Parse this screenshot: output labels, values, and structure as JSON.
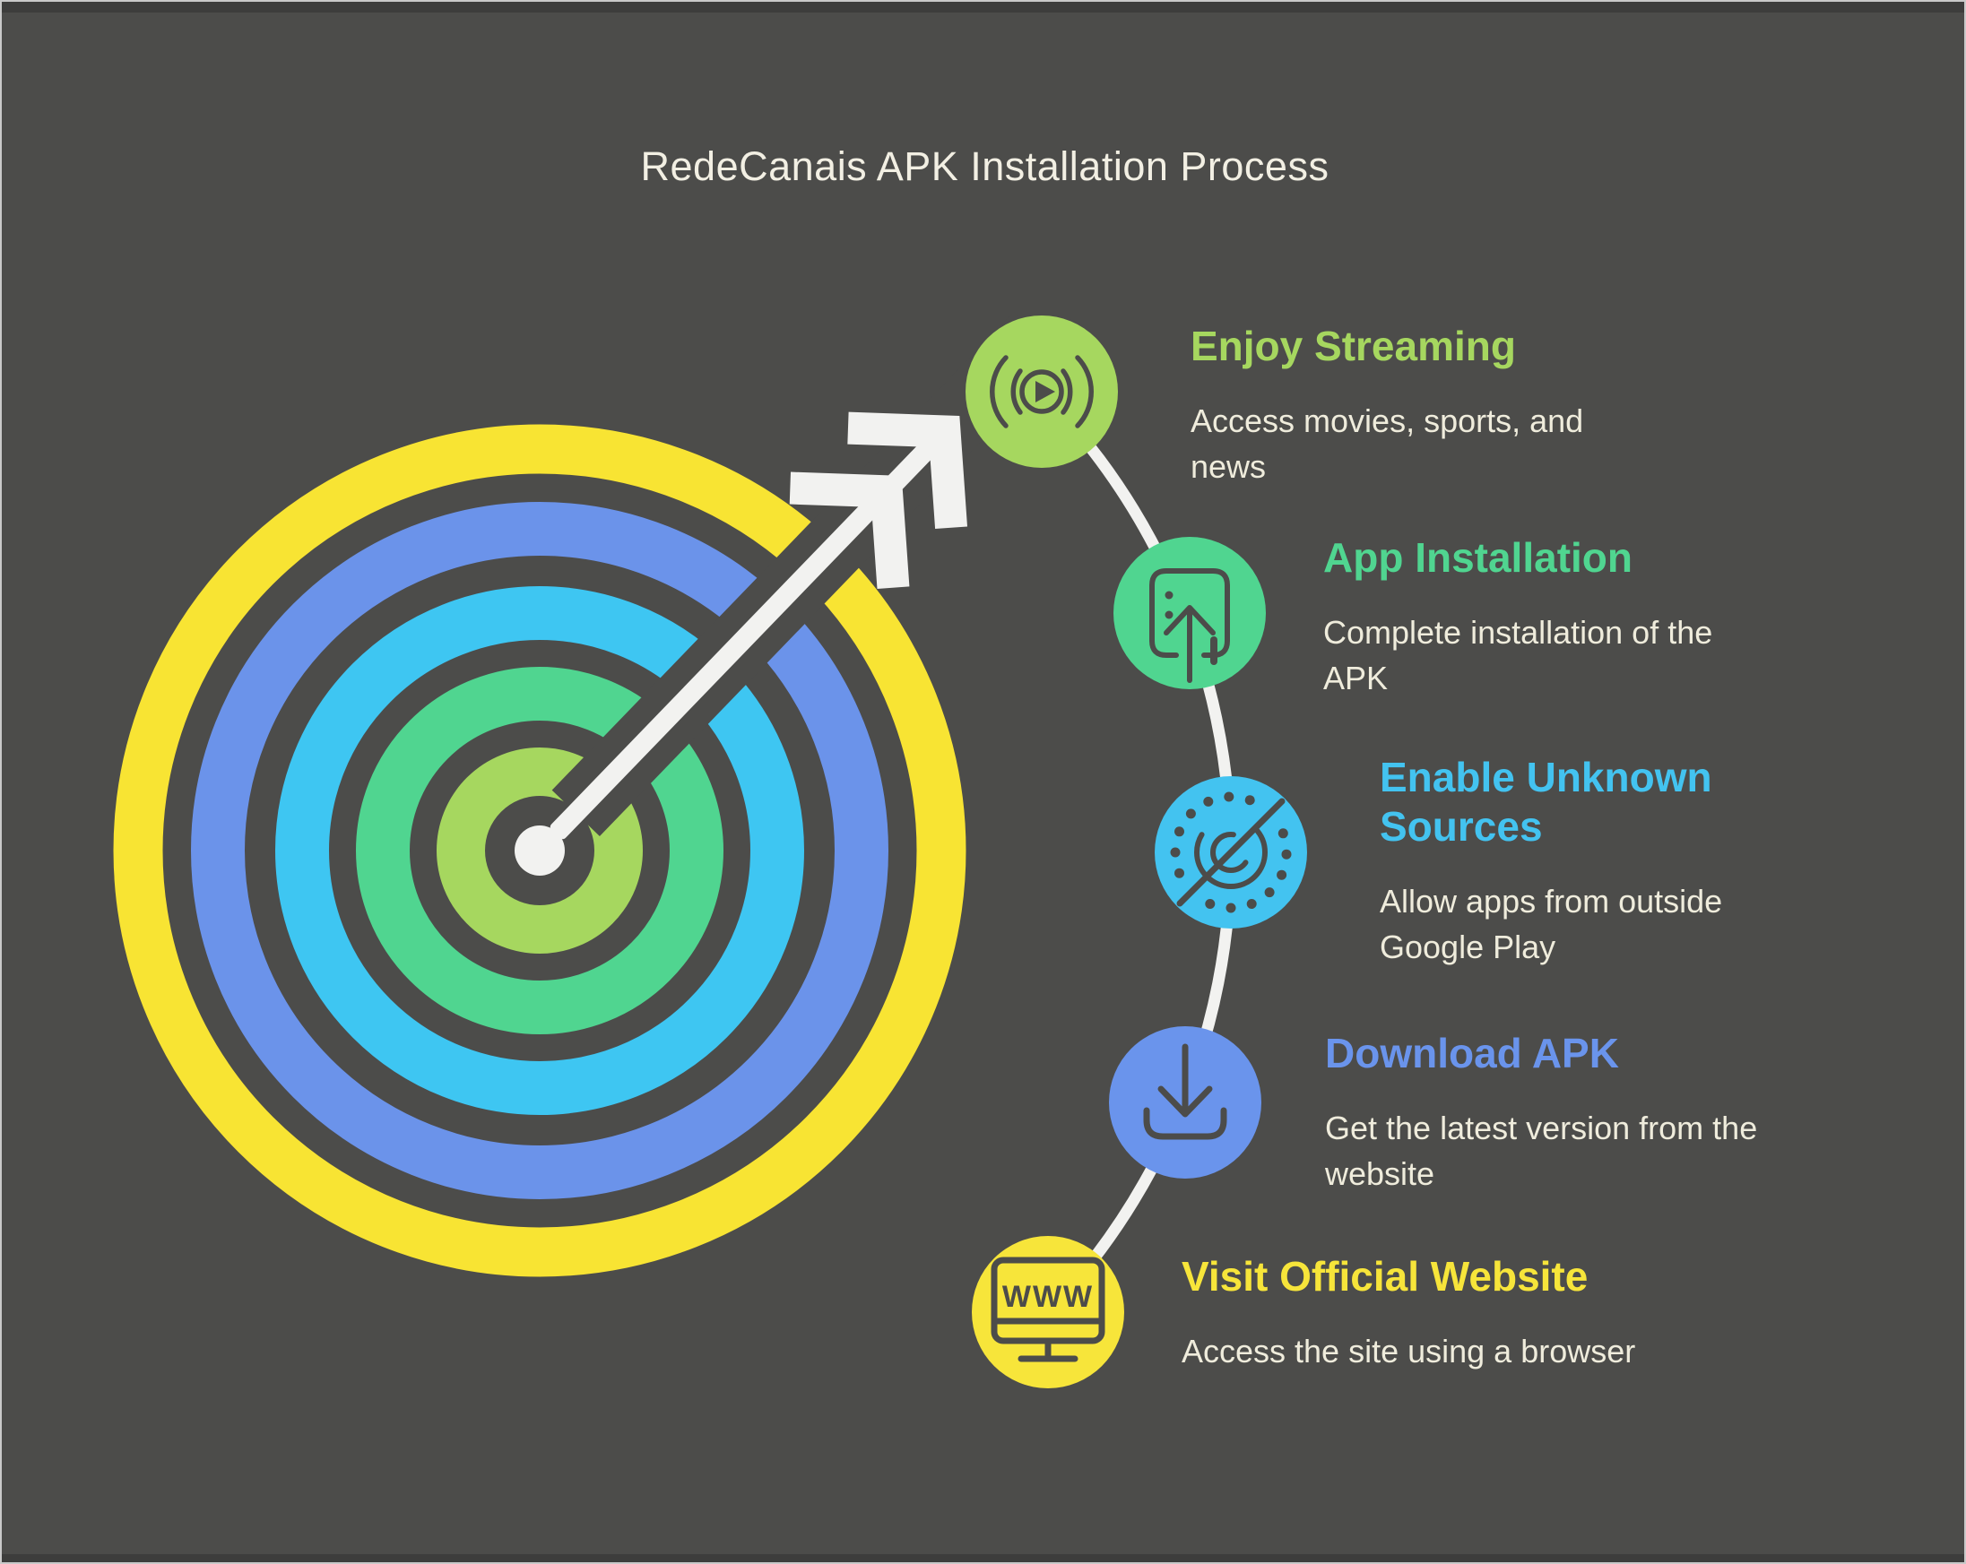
{
  "title": "RedeCanais APK Installation Process",
  "colors": {
    "background": "#4c4c4a",
    "heading_text": "#f2efe3",
    "body_text": "#efecdc",
    "white_graphic": "#f2f2f0",
    "frame_border": "#c9c9c9",
    "edge_strip": "#3d3d3c"
  },
  "steps": [
    {
      "title": "Enjoy Streaming",
      "description": "Access movies, sports, and news",
      "color": "#a6d75f",
      "icon": "streaming-play-icon"
    },
    {
      "title": "App Installation",
      "description": "Complete installation of the APK",
      "color": "#50d590",
      "icon": "app-install-icon"
    },
    {
      "title": "Enable Unknown Sources",
      "description": "Allow apps from outside Google Play",
      "color": "#43c3f0",
      "icon": "unknown-sources-icon"
    },
    {
      "title": "Download APK",
      "description": "Get the latest version from the website",
      "color": "#6a94ec",
      "icon": "download-icon"
    },
    {
      "title": "Visit Official Website",
      "description": "Access the site using a browser",
      "color": "#f7e53a",
      "icon": "browser-www-icon"
    }
  ],
  "icons": {
    "website_label": "WWW"
  },
  "target": {
    "ring_colors": [
      "#f8e433",
      "#6b93ea",
      "#3ec6f2",
      "#50d590",
      "#a6d75f"
    ],
    "arrow_color": "#f2f2f0",
    "connector_color": "#f2f2f0"
  }
}
